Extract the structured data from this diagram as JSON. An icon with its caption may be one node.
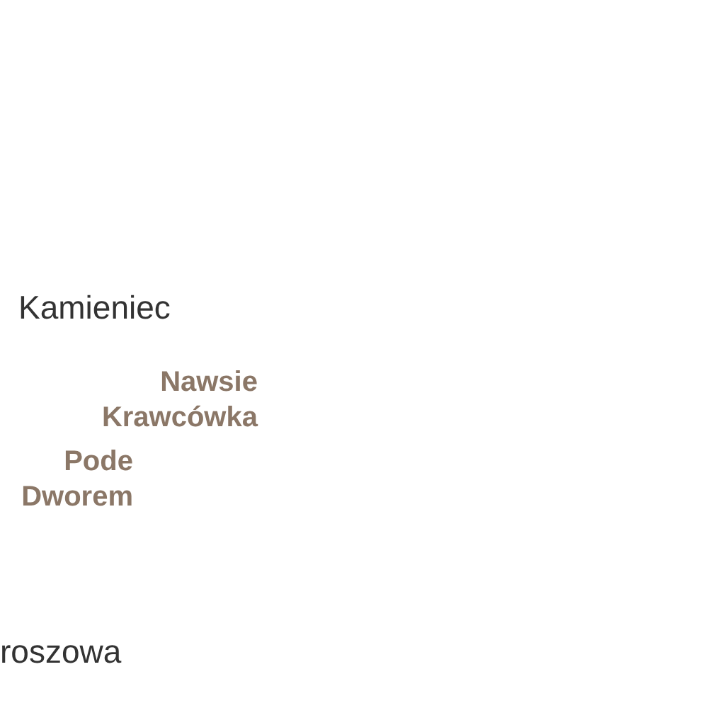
{
  "diagram": {
    "labels": [
      "Kamieniec",
      "Nawsie Krawcówka",
      "Pode Dworem",
      "roszowa"
    ]
  }
}
